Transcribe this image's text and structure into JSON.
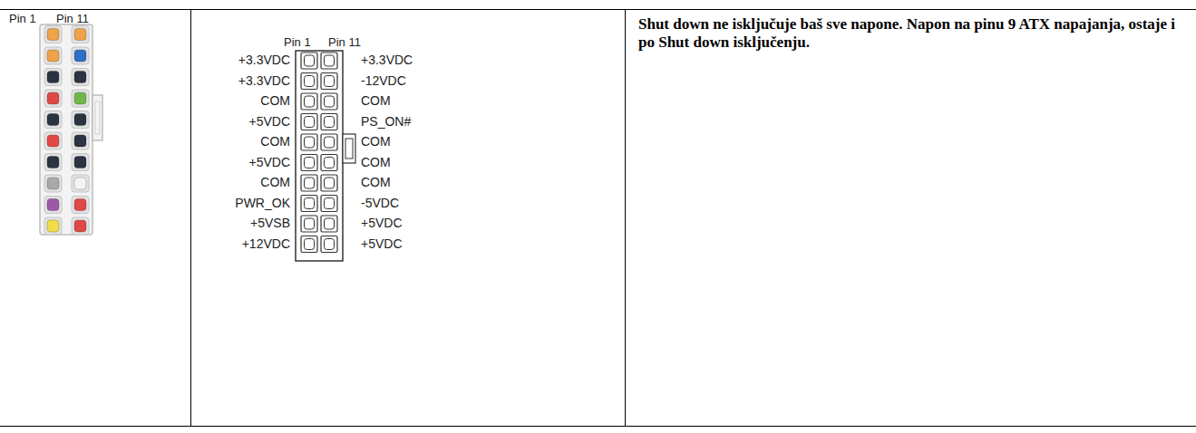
{
  "diagram": {
    "labels": [
      "Pin 1",
      "Pin 11",
      "Pin 1",
      "Pin 11",
      "+3.3VDC",
      "+3.3VDC",
      "COM",
      "+5VDC",
      "COM",
      "+5VDC",
      "COM",
      "PWR_OK",
      "+5VSB",
      "+12VDC",
      "+3.3VDC",
      "-12VDC",
      "COM",
      "PS_ON#",
      "COM",
      "COM",
      "COM",
      "-5VDC",
      "+5VDC",
      "+5VDC",
      "Shut down ne isključuje baš sve napone.  Napon na pinu 9 ATX napajanja, ostaje  i po Shut down isključenju."
    ]
  }
}
